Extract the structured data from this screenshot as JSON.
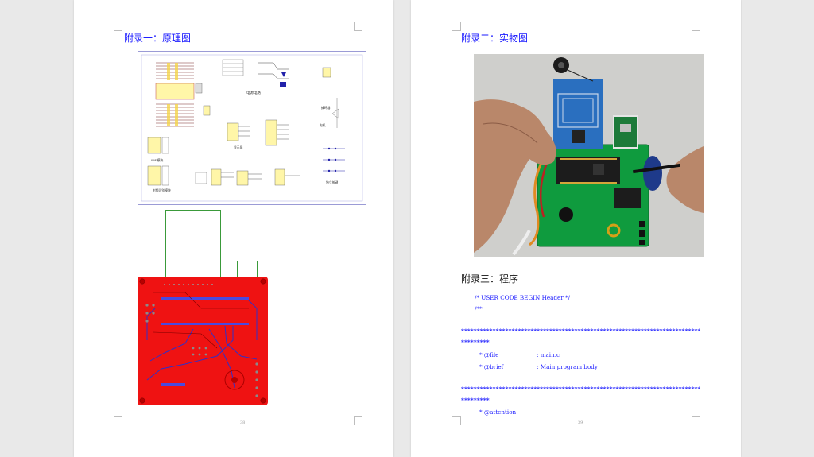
{
  "left_page": {
    "heading": "附录一：原理图",
    "page_number": "38",
    "schematic_labels": {
      "power": "电源电路",
      "buzzer": "蜂鸣器",
      "display": "显示屏",
      "wifi": "WiFi模块",
      "rfid": "射频识别模块",
      "keys": "独立按键",
      "motor": "电机"
    }
  },
  "right_page": {
    "heading_photo": "附录二：实物图",
    "heading_code": "附录三：程序",
    "page_number": "39",
    "code_lines": {
      "l1": "/* USER CODE BEGIN Header */",
      "l2": "/**",
      "stars1a": "****************************************************************************",
      "stars1b": "*********",
      "file_key": "* @file",
      "file_val": ": main.c",
      "brief_key": "* @brief",
      "brief_val": ": Main program body",
      "stars2a": "****************************************************************************",
      "stars2b": "*********",
      "attention": "* @attention"
    }
  },
  "colors": {
    "heading": "#1a1aff",
    "pcb": "#ef1212",
    "trace": "#3030c8"
  }
}
